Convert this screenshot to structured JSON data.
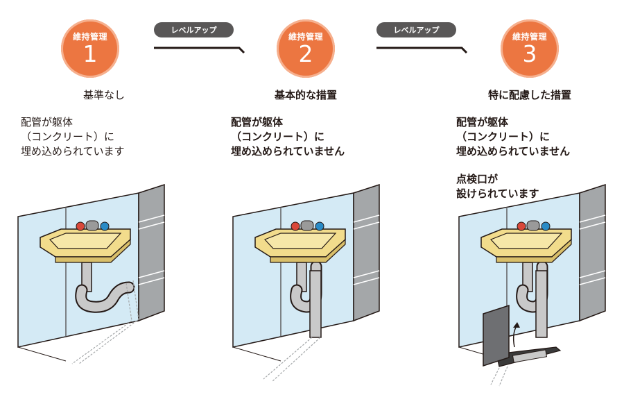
{
  "level_up_label": "レベルアップ",
  "badge_label": "維持管理",
  "panels": [
    {
      "number": "1",
      "title": "基準なし",
      "desc": [
        "配管が躯体",
        "（コンクリート）に",
        "埋め込められています"
      ]
    },
    {
      "number": "2",
      "title": "基本的な措置",
      "desc": [
        "配管が躯体",
        "（コンクリート）に",
        "埋め込められていません"
      ]
    },
    {
      "number": "3",
      "title": "特に配慮した措置",
      "desc": [
        "配管が躯体",
        "（コンクリート）に",
        "埋め込められていません"
      ],
      "note": [
        "点検口が",
        "設けられています"
      ]
    }
  ],
  "colors": {
    "accent": "#ec7641",
    "dark": "#595757",
    "wall": "#d4eaf5",
    "sink": "#f2dc8c",
    "pipe": "#c9c9c9"
  }
}
